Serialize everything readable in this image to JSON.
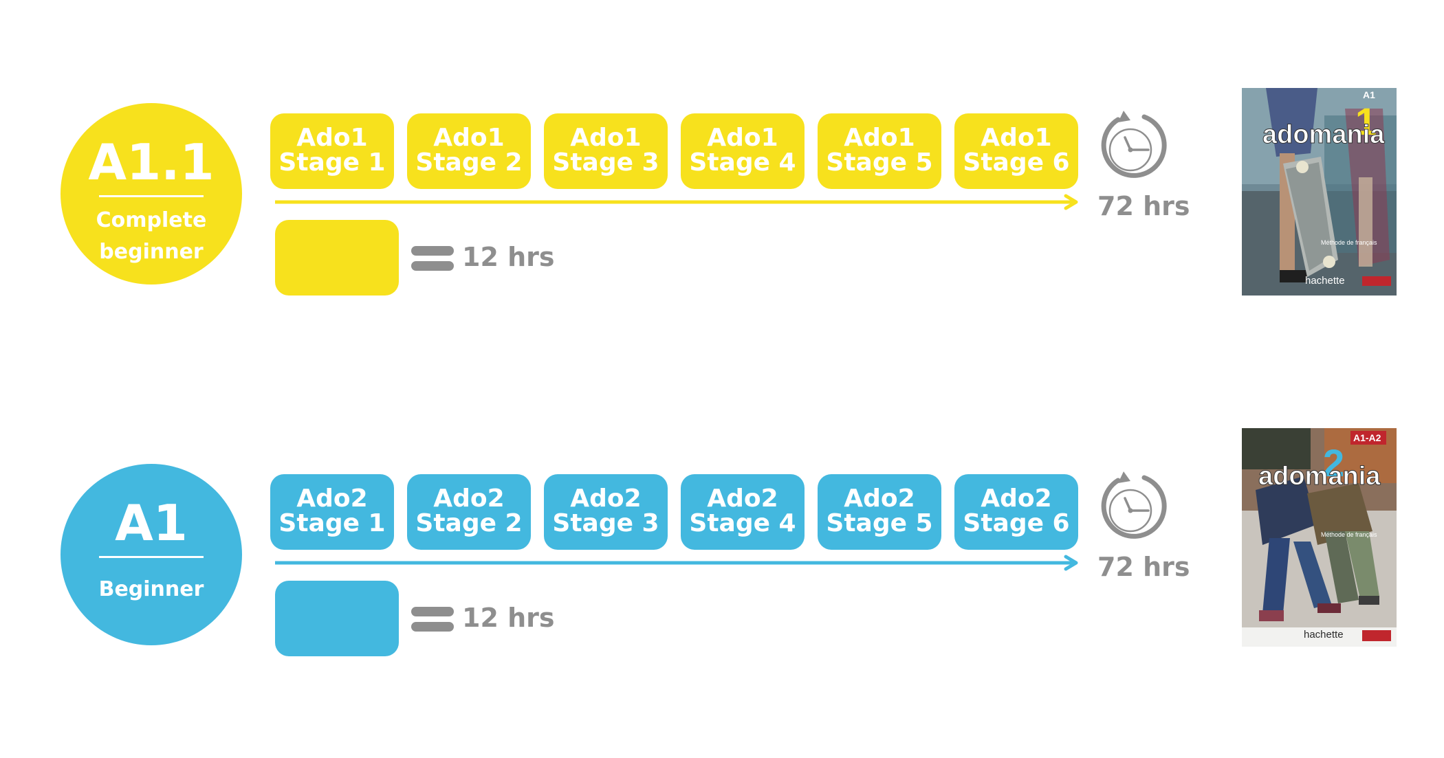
{
  "colors": {
    "yellow": "#f7e11d",
    "blue": "#43b8df",
    "grey": "#8e8e8e"
  },
  "tracks": [
    {
      "level_code": "A1.1",
      "level_desc": "Complete beginner",
      "stages": [
        {
          "line1": "Ado1",
          "line2": "Stage 1"
        },
        {
          "line1": "Ado1",
          "line2": "Stage 2"
        },
        {
          "line1": "Ado1",
          "line2": "Stage 3"
        },
        {
          "line1": "Ado1",
          "line2": "Stage 4"
        },
        {
          "line1": "Ado1",
          "line2": "Stage 5"
        },
        {
          "line1": "Ado1",
          "line2": "Stage 6"
        }
      ],
      "total_hours": "72 hrs",
      "unit_hours": "12 hrs",
      "book": {
        "title": "adomania",
        "number": "1",
        "level": "A1",
        "subtitle": "Méthode de français",
        "publisher": "hachette"
      }
    },
    {
      "level_code": "A1",
      "level_desc": "Beginner",
      "stages": [
        {
          "line1": "Ado2",
          "line2": "Stage 1"
        },
        {
          "line1": "Ado2",
          "line2": "Stage 2"
        },
        {
          "line1": "Ado2",
          "line2": "Stage 3"
        },
        {
          "line1": "Ado2",
          "line2": "Stage 4"
        },
        {
          "line1": "Ado2",
          "line2": "Stage 5"
        },
        {
          "line1": "Ado2",
          "line2": "Stage 6"
        }
      ],
      "total_hours": "72 hrs",
      "unit_hours": "12 hrs",
      "book": {
        "title": "adomania",
        "number": "2",
        "level": "A1-A2",
        "subtitle": "Méthode de français",
        "publisher": "hachette"
      }
    }
  ]
}
